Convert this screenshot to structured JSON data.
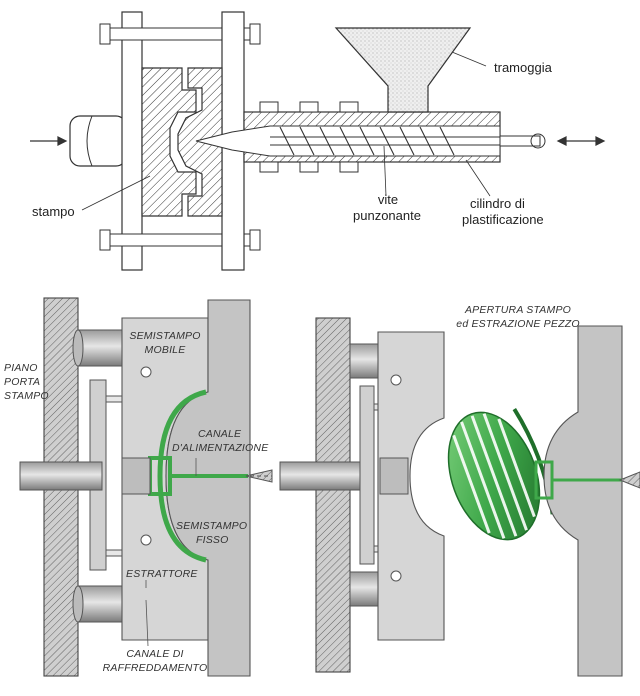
{
  "top_diagram": {
    "labels": {
      "hopper": "tramoggia",
      "mold": "stampo",
      "screw_line1": "vite",
      "screw_line2": "punzonante",
      "cylinder_line1": "cilindro di",
      "cylinder_line2": "plastificazione"
    }
  },
  "bottom_left": {
    "labels": {
      "piano_line1": "PIANO",
      "piano_line2": "PORTA",
      "piano_line3": "STAMPO",
      "movable_line1": "SEMISTAMPO",
      "movable_line2": "MOBILE",
      "channel_line1": "CANALE",
      "channel_line2": "D'ALIMENTAZIONE",
      "fixed_line1": "SEMISTAMPO",
      "fixed_line2": "FISSO",
      "ejector": "ESTRATTORE",
      "cooling_line1": "CANALE DI",
      "cooling_line2": "RAFFREDDAMENTO"
    }
  },
  "bottom_right": {
    "labels": {
      "opening_line1": "APERTURA STAMPO",
      "opening_line2": "ed ESTRAZIONE PEZZO"
    }
  },
  "colors": {
    "part_green": "#3fa84a",
    "frame_gray": "#b9b9b9",
    "light_gray": "#d9d9d9",
    "line": "#333333"
  }
}
